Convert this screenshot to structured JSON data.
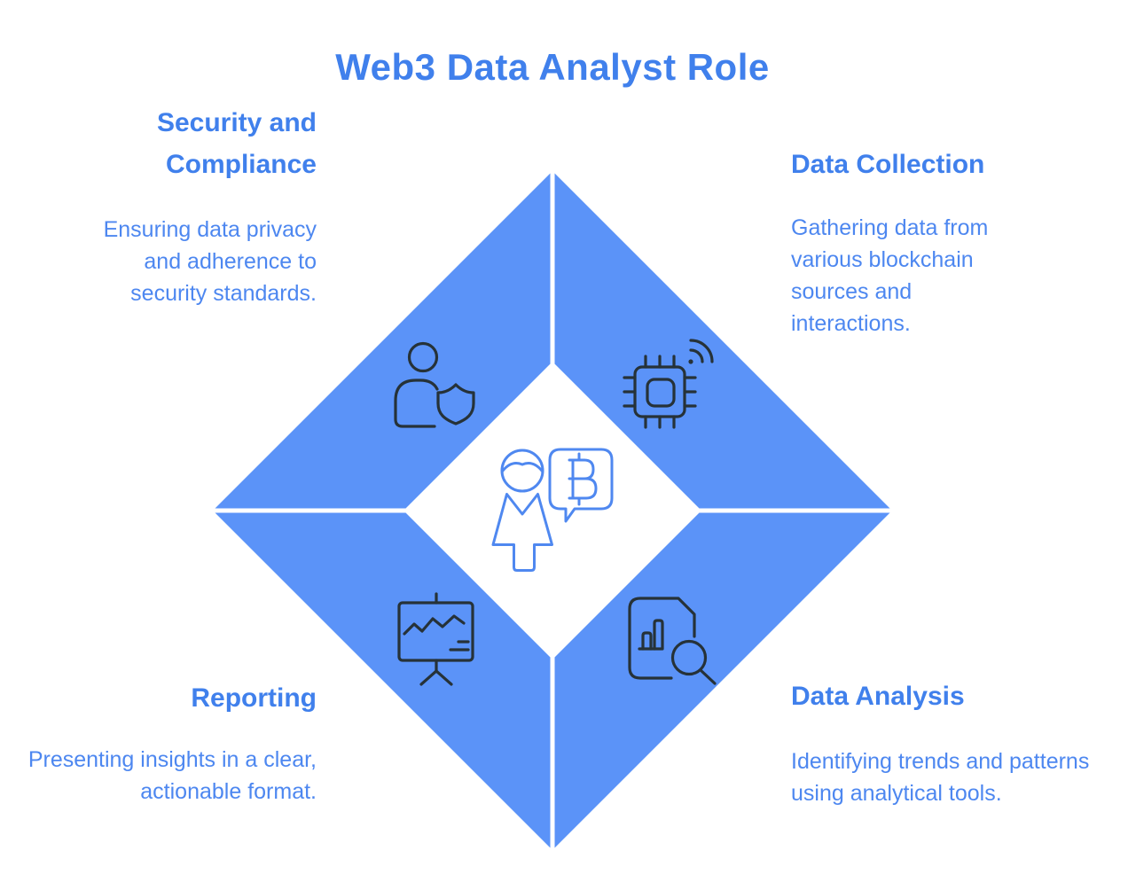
{
  "title": "Web3 Data Analyst Role",
  "colors": {
    "heading": "#4080ec",
    "body": "#4d87f0",
    "diamond": "#5b93f8",
    "icon_dark": "#263238",
    "icon_light": "#4f88f0",
    "background": "#ffffff"
  },
  "sections": {
    "security": {
      "title": "Security and Compliance",
      "description": "Ensuring data privacy and adherence to security standards.",
      "icon": "user-shield-icon",
      "position": "top-left"
    },
    "collection": {
      "title": "Data Collection",
      "description": "Gathering data from various blockchain sources and interactions.",
      "icon": "chip-wireless-icon",
      "position": "top-right"
    },
    "reporting": {
      "title": "Reporting",
      "description": "Presenting insights in a clear, actionable format.",
      "icon": "presentation-chart-icon",
      "position": "bottom-left"
    },
    "analysis": {
      "title": "Data Analysis",
      "description": "Identifying trends and patterns using analytical tools.",
      "icon": "document-search-icon",
      "position": "bottom-right"
    }
  },
  "center_icon": "analyst-bitcoin-chat-icon"
}
